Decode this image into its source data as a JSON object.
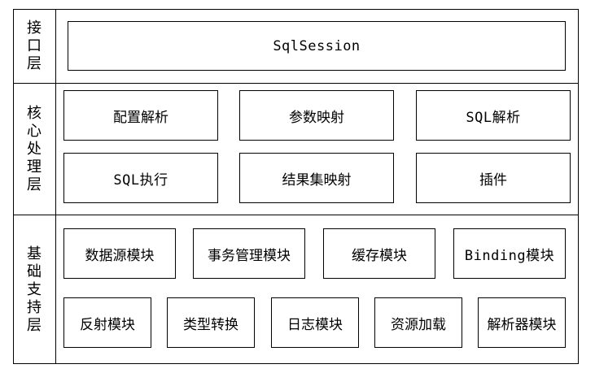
{
  "layers": [
    {
      "label": [
        "接",
        "口",
        "层"
      ],
      "modules": [
        "SqlSession"
      ]
    },
    {
      "label": [
        "核",
        "心",
        "处",
        "理",
        "层"
      ],
      "modules": [
        "配置解析",
        "参数映射",
        "SQL解析",
        "SQL执行",
        "结果集映射",
        "插件"
      ]
    },
    {
      "label": [
        "基",
        "础",
        "支",
        "持",
        "层"
      ],
      "modules": [
        "数据源模块",
        "事务管理模块",
        "缓存模块",
        "Binding模块",
        "反射模块",
        "类型转换",
        "日志模块",
        "资源加载",
        "解析器模块"
      ]
    }
  ]
}
